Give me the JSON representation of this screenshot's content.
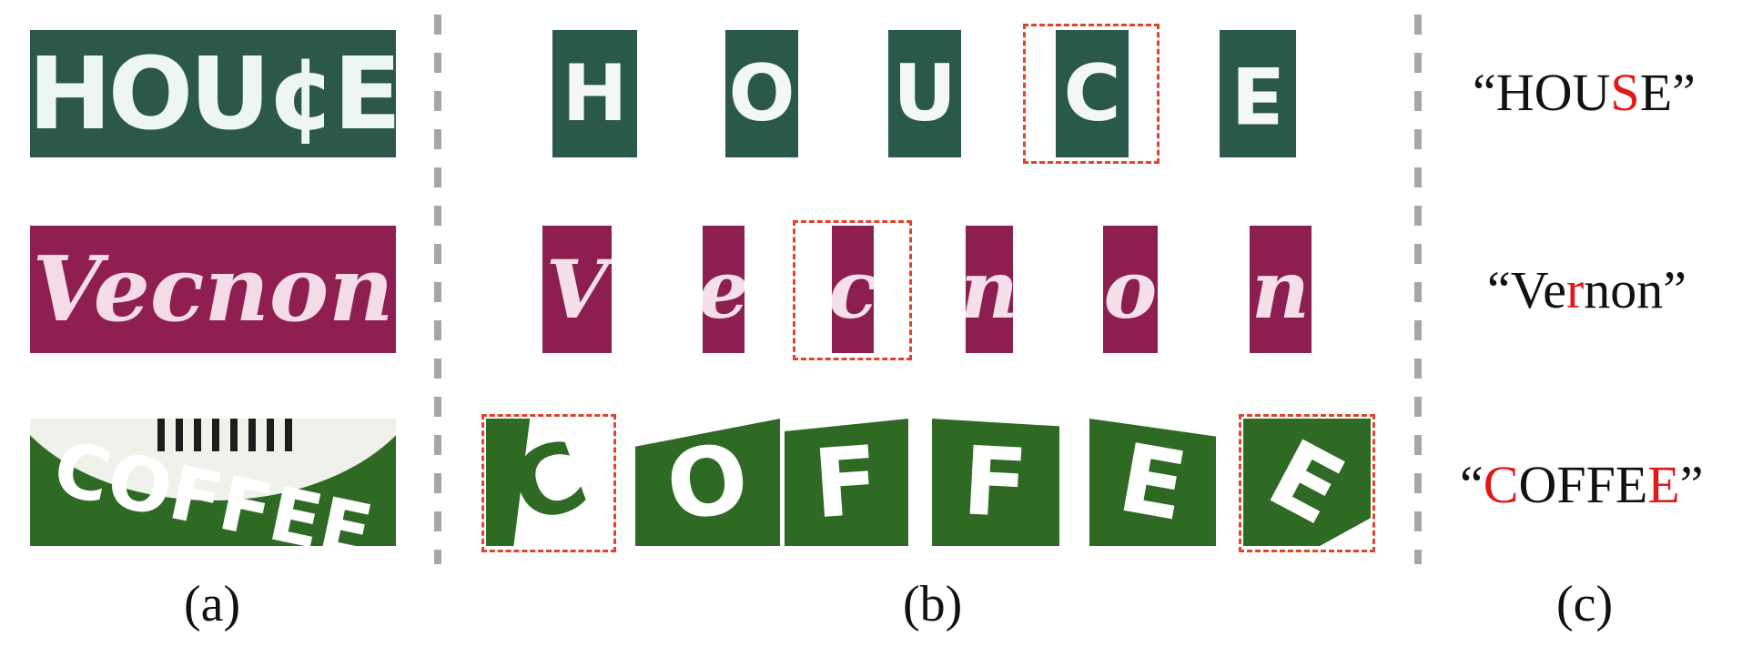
{
  "colors": {
    "highlight_border": "#e0442a",
    "wrong_char": "#e01818",
    "divider": "#a6a6a6"
  },
  "panel_a": {
    "house": "HOU¢E",
    "vernon": "Vecnon",
    "coffee": "COFFEE"
  },
  "panel_b": {
    "house_chars": [
      "H",
      "O",
      "U",
      "C",
      "E"
    ],
    "vernon_chars": [
      "V",
      "e",
      "c",
      "n",
      "o",
      "n"
    ],
    "coffee_chars": [
      "C",
      "O",
      "F",
      "F",
      "E",
      "E"
    ]
  },
  "panel_c": {
    "house": {
      "open": "“",
      "pre": "HOU",
      "err": "S",
      "post": "E",
      "close": "”"
    },
    "vernon": {
      "open": "“",
      "pre": "Ve",
      "err": "r",
      "post": "non",
      "close": "”"
    },
    "coffee": {
      "open": "“",
      "err1": "C",
      "mid": "OFFE",
      "err2": "E",
      "close": "”"
    }
  },
  "captions": {
    "a": "(a)",
    "b": "(b)",
    "c": "(c)"
  }
}
